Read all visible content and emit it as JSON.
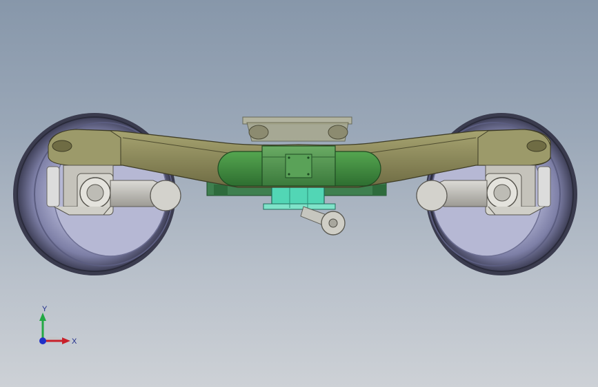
{
  "viewport": {
    "background_top": "#8797aa",
    "background_bottom": "#cdd1d6"
  },
  "model": {
    "subject": "bogie-assembly",
    "colors": {
      "frame": "#8f8b5c",
      "frame_dark": "#5f5d3a",
      "center_pocket": "#3c8a3c",
      "bolster_box": "#4f8f4f",
      "motor_block": "#52d6b5",
      "wheel_face": "#a7a9c9",
      "axlebox": "#c9c7c1",
      "spring": "#d8d8d8",
      "top_plate": "#a9a98c"
    }
  },
  "triad": {
    "x_label": "X",
    "y_label": "Y",
    "x_color": "#c8202a",
    "y_color": "#22a844",
    "z_color": "#2030c8"
  }
}
